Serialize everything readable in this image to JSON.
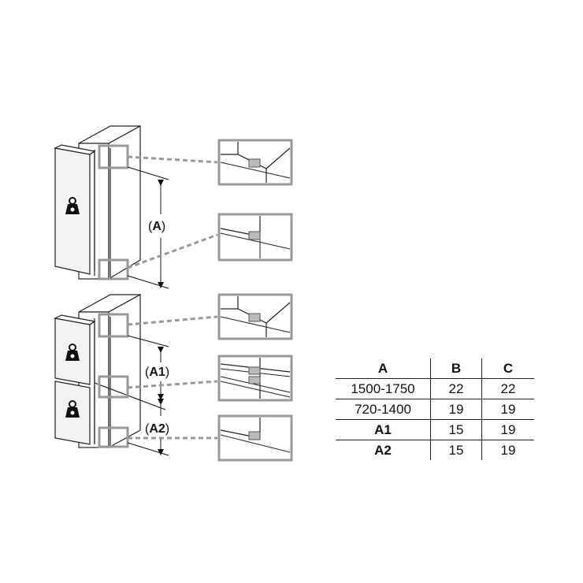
{
  "labels": {
    "a_prefix": "(",
    "a_letter": "A",
    "a_suffix": ")",
    "a1_letter": "A1",
    "a2_letter": "A2"
  },
  "table": {
    "headers": [
      "A",
      "B",
      "C"
    ],
    "rows": [
      {
        "a": "1500-1750",
        "b": "22",
        "c": "22",
        "bold": false
      },
      {
        "a": "720-1400",
        "b": "19",
        "c": "19",
        "bold": false
      },
      {
        "a": "A1",
        "b": "15",
        "c": "19",
        "bold": true
      },
      {
        "a": "A2",
        "b": "15",
        "c": "19",
        "bold": true
      }
    ]
  },
  "colors": {
    "line": "#222222",
    "detail_frame": "#999999",
    "dashed_leader": "#999999",
    "door_fill": "#f2f2f2"
  },
  "icons": [
    "weight-icon",
    "weight-icon",
    "weight-icon"
  ]
}
